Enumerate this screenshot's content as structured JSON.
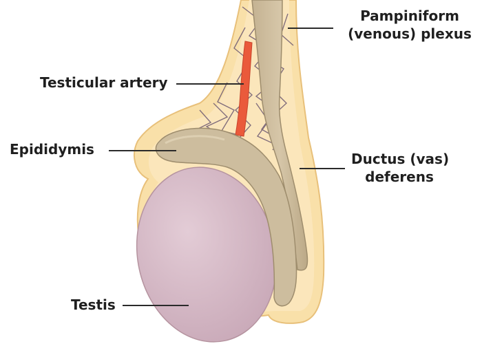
{
  "labels": {
    "plexus": {
      "line1": "Pampiniform",
      "line2": "(venous) plexus"
    },
    "artery": "Testicular artery",
    "epididymis": "Epididymis",
    "ductus": {
      "line1": "Ductus (vas)",
      "line2": "deferens"
    },
    "testis": "Testis"
  },
  "colors": {
    "background": "#ffffff",
    "tunica": "#f9e0a9",
    "tunica_edge": "#e2b869",
    "cord": "#cdbd9e",
    "cord_edge": "#9e8d6d",
    "testis": "#d6bdc8",
    "artery": "#ea5a3b",
    "veins": "#6d5a72",
    "text": "#1f1f1f"
  }
}
